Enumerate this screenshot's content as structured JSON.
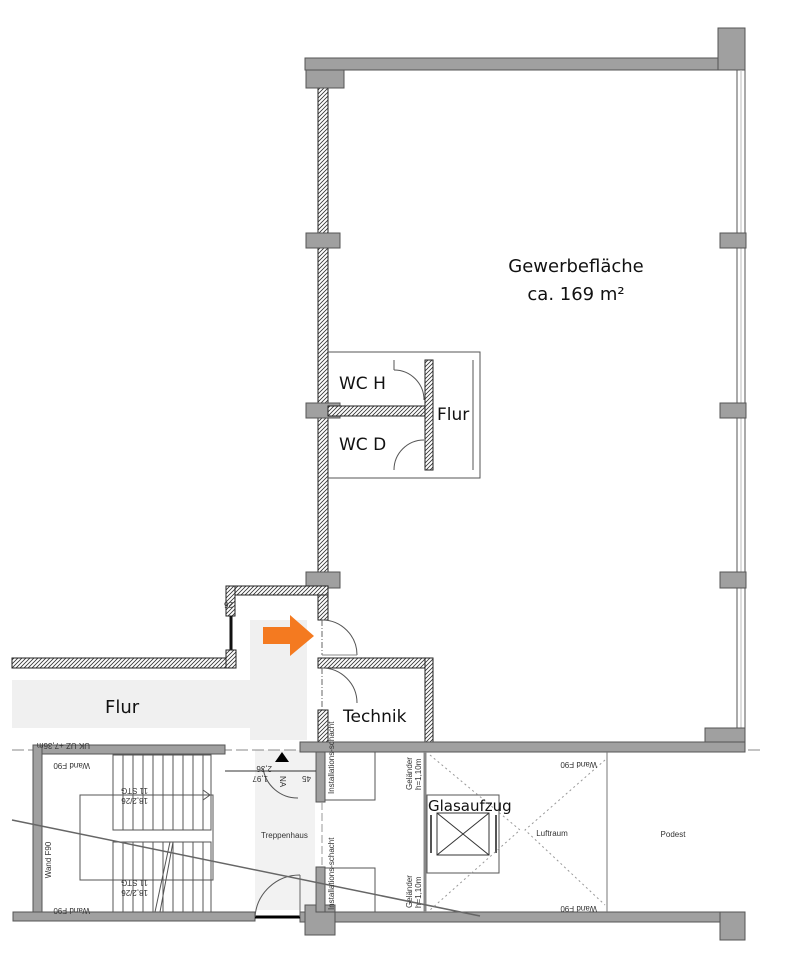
{
  "rooms": {
    "gewerbe_name": "Gewerbefläche",
    "gewerbe_area": "ca. 169 m²",
    "wc_h": "WC H",
    "wc_d": "WC D",
    "flur_wc": "Flur",
    "flur_main": "Flur",
    "technik": "Technik",
    "glasaufzug": "Glasaufzug",
    "treppenhaus": "Treppenhaus",
    "luftraum": "Luftraum",
    "podest": "Podest"
  },
  "annotations": {
    "uk_uz": "UK UZ +7,36m",
    "wand_f90": "Wand F90",
    "stair_count": "11 STG",
    "stair_dim": "18,2/26",
    "dim_236": "2,36",
    "dim_197": "1,97",
    "dim_45": "45",
    "na": "NA",
    "dim_26": "26",
    "installationsschacht": "Installations-schacht",
    "gelaender": "Geländer",
    "gelaender_h": "h=1,10m"
  },
  "colors": {
    "entrance_arrow": "#f47a20",
    "corridor_fill": "#f0f0f0",
    "wall_fill": "#a0a0a0"
  }
}
